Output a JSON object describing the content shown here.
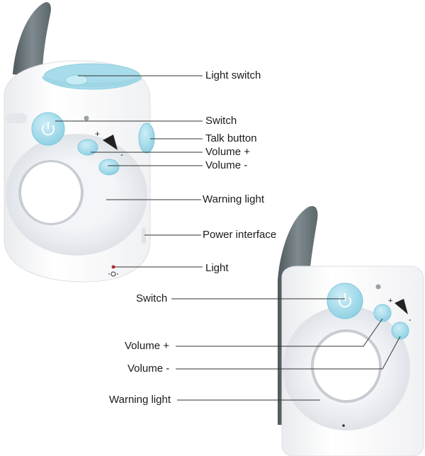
{
  "labels": {
    "light_switch": "Light switch",
    "switch_top": "Switch",
    "talk_button": "Talk button",
    "volume_plus_top": "Volume +",
    "volume_minus_top": "Volume -",
    "warning_light_top": "Warning light",
    "power_interface": "Power interface",
    "light": "Light",
    "switch_bottom": "Switch",
    "volume_plus_bottom": "Volume +",
    "volume_minus_bottom": "Volume -",
    "warning_light_bottom": "Warning light"
  },
  "device_marks": {
    "plus": "+",
    "minus": "-"
  },
  "colors": {
    "accent_blue": "#a8dcea",
    "accent_blue_dark": "#7cc7dc",
    "antenna_gray": "#6f7b80",
    "body_white": "#fafafa",
    "ring_gray": "#e6e8eb",
    "leader_line": "#333333"
  },
  "icons": {
    "power": "power-icon",
    "volume_wedge": "volume-wedge-icon",
    "light": "light-bulb-icon"
  }
}
